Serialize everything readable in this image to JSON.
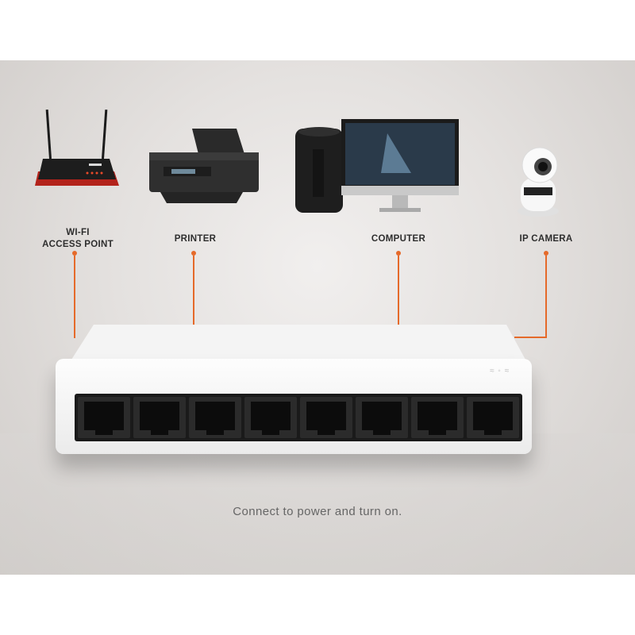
{
  "devices": [
    {
      "id": "wifi",
      "label_line1": "WI-FI",
      "label_line2": "ACCESS POINT"
    },
    {
      "id": "printer",
      "label_line1": "PRINTER",
      "label_line2": ""
    },
    {
      "id": "computer",
      "label_line1": "COMPUTER",
      "label_line2": ""
    },
    {
      "id": "camera",
      "label_line1": "IP CAMERA",
      "label_line2": ""
    }
  ],
  "caption": "Connect to power and turn on.",
  "switch": {
    "port_count": 8
  },
  "colors": {
    "accent": "#e56a2a",
    "label": "#2e2e2e",
    "caption": "#666666"
  }
}
